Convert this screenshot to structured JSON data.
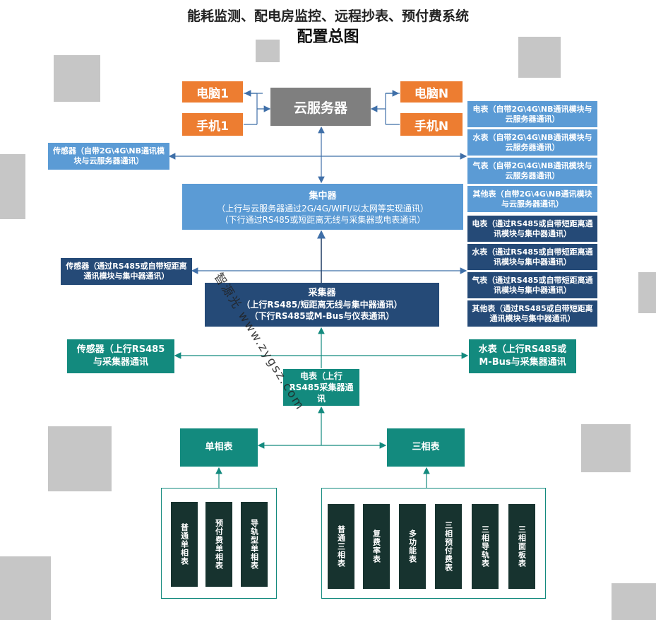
{
  "title": {
    "line1": "能耗监测、配电房监控、远程抄表、预付费系统",
    "line2": "配置总图"
  },
  "cloud_server": "云服务器",
  "pc1": "电脑1",
  "phone1": "手机1",
  "pcN": "电脑N",
  "phoneN": "手机N",
  "top_sensor": "传感器（自带2G\\4G\\NB通讯模块与云服务器通讯）",
  "right_cloud_meters": [
    "电表（自带2G\\4G\\NB通讯模块与云服务器通讯）",
    "水表（自带2G\\4G\\NB通讯模块与云服务器通讯）",
    "气表（自带2G\\4G\\NB通讯模块与云服务器通讯）",
    "其他表（自带2G\\4G\\NB通讯模块与云服务器通讯）"
  ],
  "concentrator": {
    "title": "集中器",
    "line1": "（上行与云服务器通过2G/4G/WIFI/以太网等实现通讯）",
    "line2": "（下行通过RS485或短距离无线与采集器或电表通讯）"
  },
  "right_conc_meters": [
    "电表（通过RS485或自带短距离通讯模块与集中器通讯）",
    "水表（通过RS485或自带短距离通讯模块与集中器通讯）",
    "气表（通过RS485或自带短距离通讯模块与集中器通讯）",
    "其他表（通过RS485或自带短距离通讯模块与集中器通讯）"
  ],
  "mid_sensor": "传感器（通过RS485或自带短距离通讯模块与集中器通讯）",
  "collector": {
    "title": "采集器",
    "line1": "（上行RS485/短距离无线与集中器通讯）",
    "line2": "（下行RS485或M-Bus与仪表通讯）"
  },
  "bottom_sensor": "传感器（上行RS485与采集器通讯",
  "water_meter": "水表（上行RS485或M-Bus与采集器通讯",
  "electric_meter": "电表（上行RS485采集器通讯",
  "single_phase": "单相表",
  "three_phase": "三相表",
  "single_items": [
    "普通单相表",
    "预付费单相表",
    "导轨型单相表"
  ],
  "three_items": [
    "普通三相表",
    "复费率表",
    "多功能表",
    "三相预付费表",
    "三相导轨表",
    "三相面板表"
  ],
  "watermark": "智源光 www.zygsz.com",
  "colors": {
    "orange": "#ed7d31",
    "gray": "#7f7f7f",
    "light_blue": "#5b9bd5",
    "dark_blue": "#254a77",
    "teal": "#138a7e",
    "dark_green": "#17332f"
  }
}
